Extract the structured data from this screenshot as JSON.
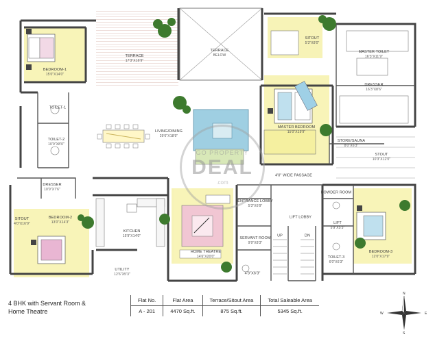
{
  "rooms": {
    "bedroom1": {
      "name": "BEDROOM-1",
      "dim": "15'0\"X14'0\""
    },
    "terrace": {
      "name": "TERRACE",
      "dim": "17'3\"X16'9\""
    },
    "terrace_below": {
      "name": "TERRACE",
      "dim": "BELOW"
    },
    "sitout_top": {
      "name": "SITOUT",
      "dim": "5'3\"X8'0\""
    },
    "master_toilet": {
      "name": "MASTER TOILET",
      "dim": "16'3\"X11'9\""
    },
    "dresser_master": {
      "name": "DRESSER",
      "dim": "16'3\"X8'6\""
    },
    "master_bedroom": {
      "name": "MASTER BEDROOM",
      "dim": "15'0\"X19'9\""
    },
    "living_dining": {
      "name": "LIVING/DINING",
      "dim": "29'6\"X18'9\""
    },
    "toilet1": {
      "name": "TOILET-1",
      "dim": ""
    },
    "toilet2": {
      "name": "TOILET-2",
      "dim": "10'9\"X8'0\""
    },
    "dresser_bed2": {
      "name": "DRESSER",
      "dim": "10'9\"X7'6\""
    },
    "store_sauna": {
      "name": "STORE/SAUNA",
      "dim": "8'0\"X6'3\""
    },
    "stout": {
      "name": "STOUT",
      "dim": "10'3\"X12'0\""
    },
    "passage": {
      "name": "4'0\" WIDE PASSAGE",
      "dim": ""
    },
    "entrance_lobby": {
      "name": "ENTRANCE LOBBY",
      "dim": "5'3\"X6'9\""
    },
    "lift_lobby": {
      "name": "LIFT LOBBY",
      "dim": ""
    },
    "powder_room": {
      "name": "POWDER ROOM",
      "dim": ""
    },
    "lift": {
      "name": "LIFT",
      "dim": "5'9\"X5'3\""
    },
    "bedroom2": {
      "name": "BEDROOM-2",
      "dim": "13'0\"X14'3\""
    },
    "sitout_left": {
      "name": "SITOUT",
      "dim": "4'0\"X16'9\""
    },
    "kitchen": {
      "name": "KITCHEN",
      "dim": "15'9\"X14'0\""
    },
    "utility": {
      "name": "UTILITY",
      "dim": "12'6\"X5'3\""
    },
    "home_theatre": {
      "name": "HOME THEATRE",
      "dim": "14'6\"X20'0\""
    },
    "servant_room": {
      "name": "SERVANT ROOM",
      "dim": "9'9\"X8'3\""
    },
    "toilet_servant": {
      "name": "4'3\"X6'3\"",
      "dim": ""
    },
    "toilet3": {
      "name": "TOILET-3",
      "dim": "6'0\"X6'3\""
    },
    "bedroom3": {
      "name": "BEDROOM-3",
      "dim": "12'0\"X17'9\""
    },
    "up": "UP",
    "dn": "DN"
  },
  "watermark": {
    "line1": "GO PROPERTY",
    "line2": "DEAL",
    "line3": ".com"
  },
  "footer": {
    "title_line1": "4 BHK with Servant Room &",
    "title_line2": "Home Theatre"
  },
  "specs": {
    "headers": [
      "Flat No.",
      "Flat Area",
      "Terrace/Sitout Area",
      "Total Saleable Area"
    ],
    "values": [
      "A - 201",
      "4470 Sq.ft.",
      "875 Sq.ft.",
      "5345 Sq.ft."
    ]
  },
  "compass": {
    "n": "N",
    "s": "S",
    "e": "E",
    "w": "W"
  },
  "colors": {
    "wall": "#444444",
    "bed_yellow": "#f4ee9c",
    "terrace_pink": "#e9c9bd",
    "plant_green": "#3d7a2e",
    "sofa_blue": "#8fc3da",
    "rug_pink": "#e9b7c8"
  }
}
